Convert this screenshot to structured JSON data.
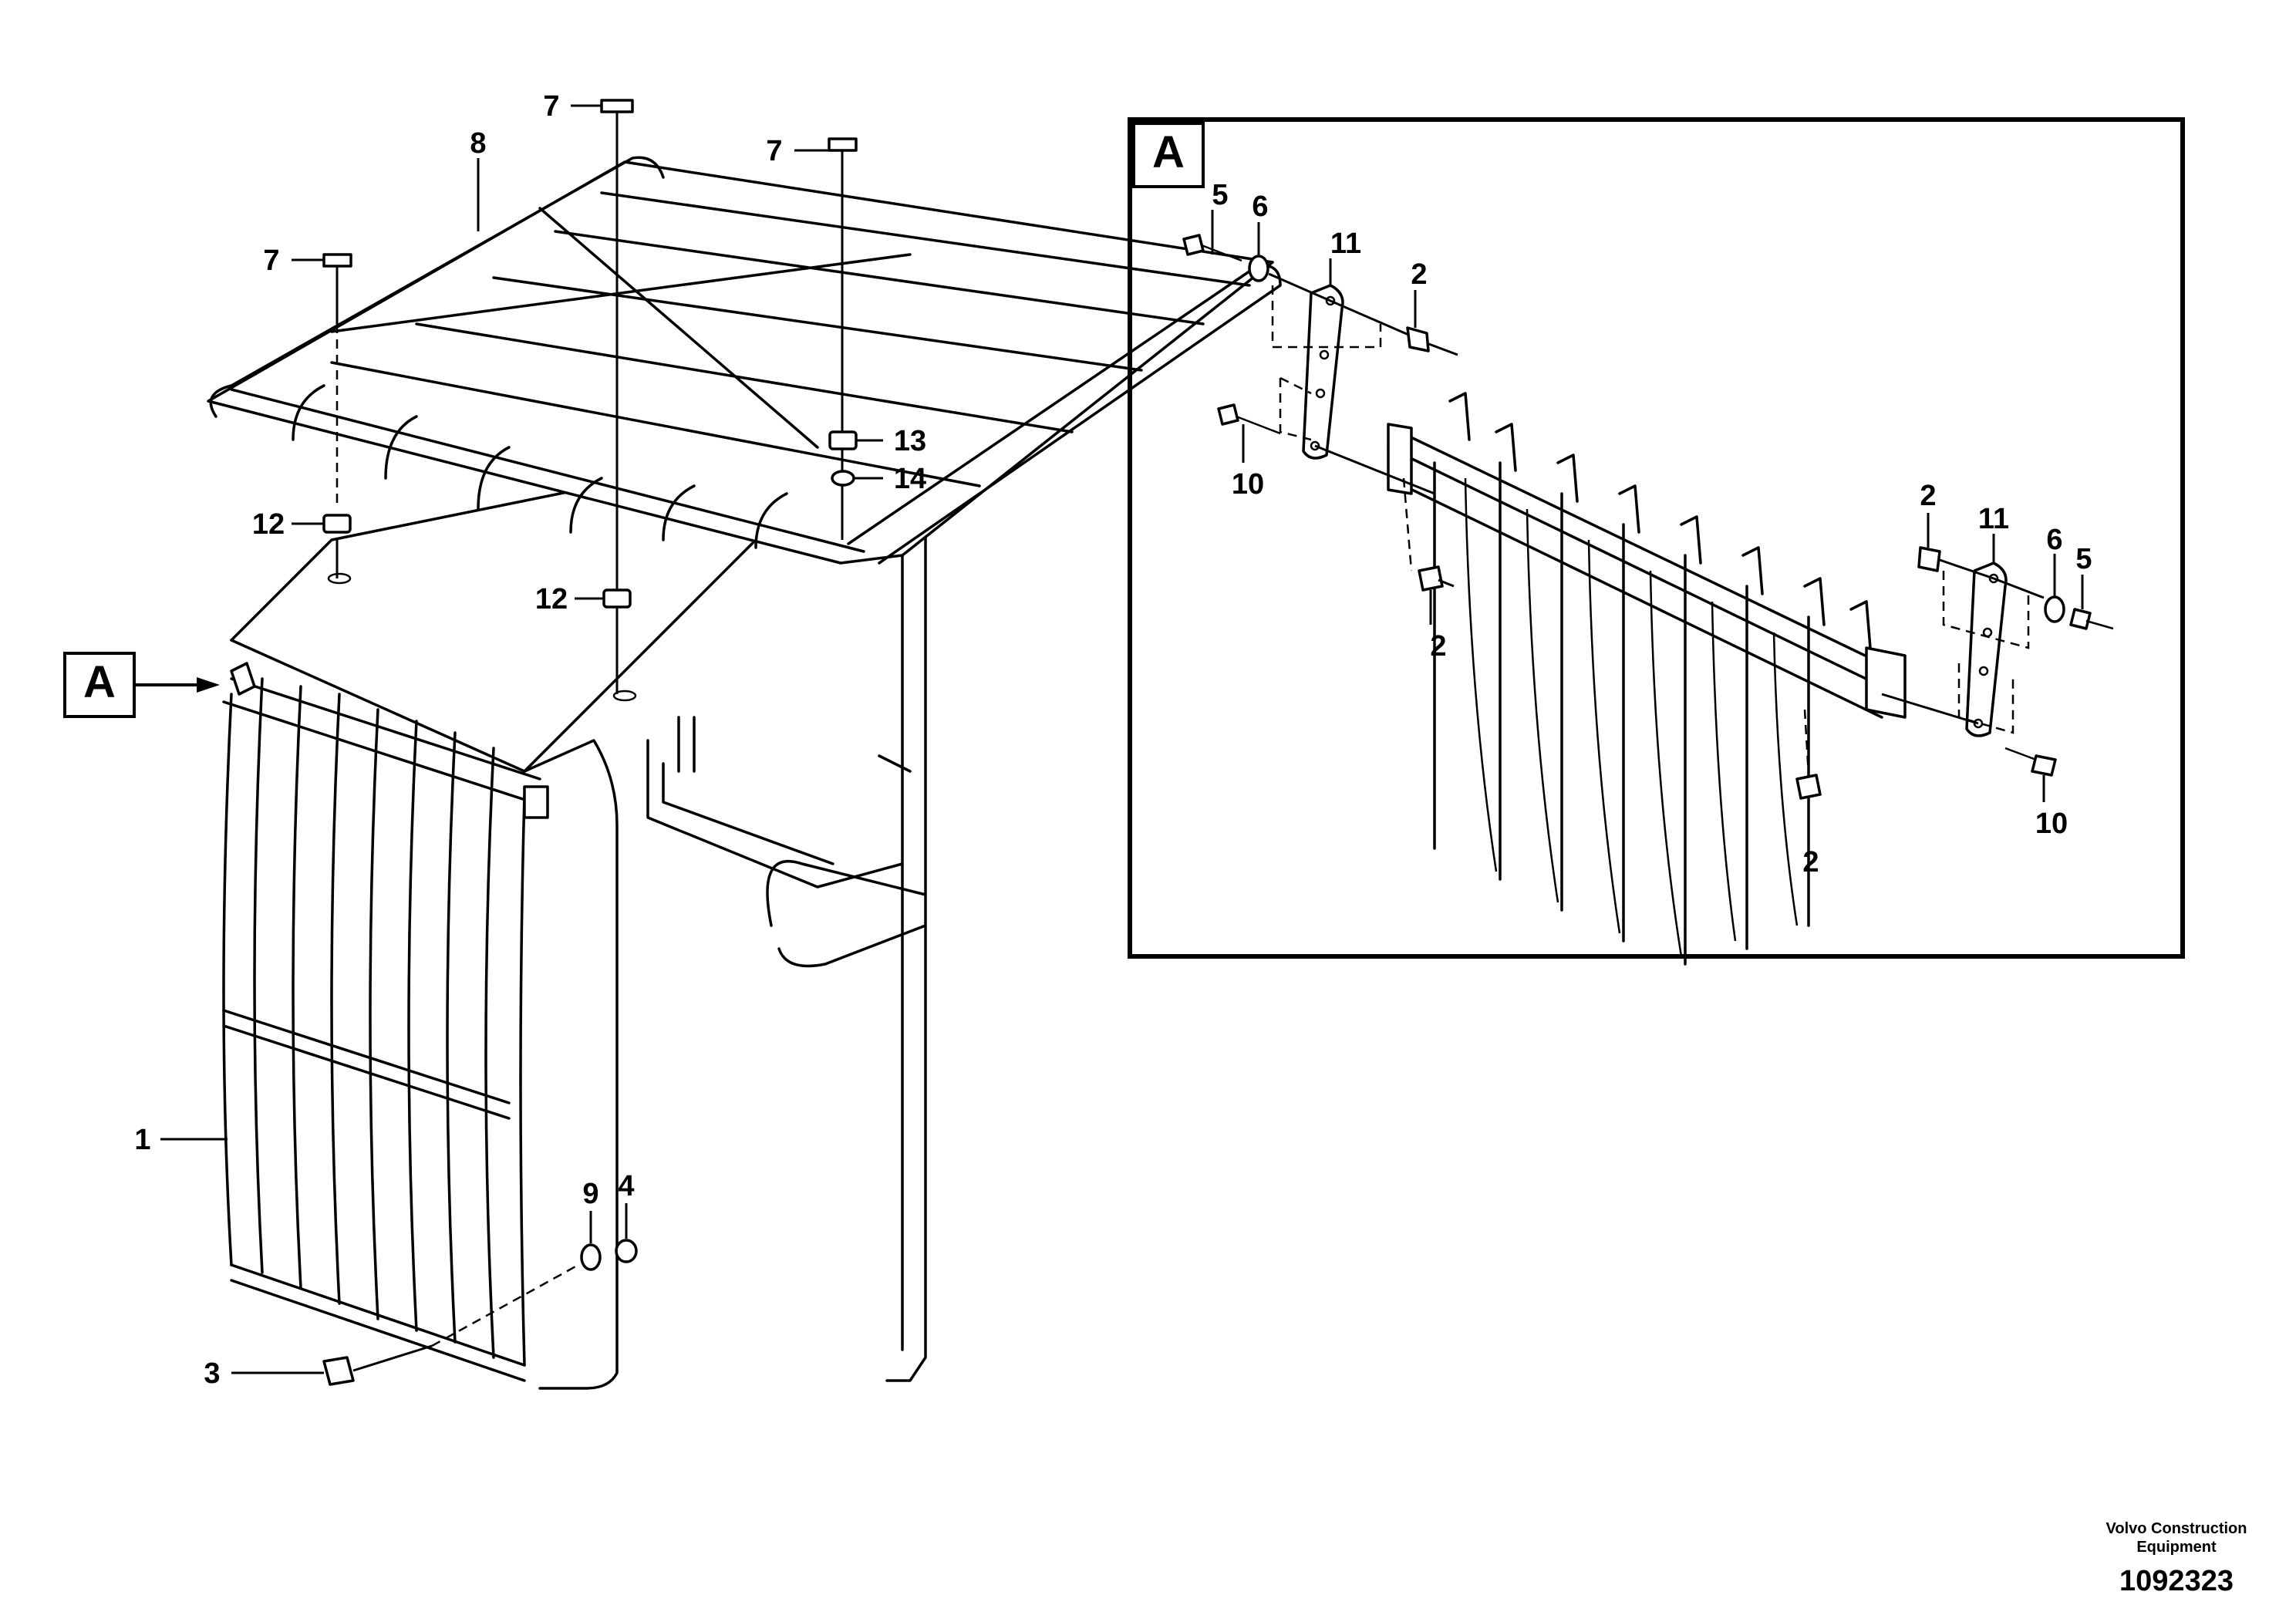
{
  "view_marker": "A",
  "detail_frame": {
    "label": "A"
  },
  "main_callouts": [
    {
      "id": "c-7a",
      "label": "7"
    },
    {
      "id": "c-7b",
      "label": "7"
    },
    {
      "id": "c-7c",
      "label": "7"
    },
    {
      "id": "c-8",
      "label": "8"
    },
    {
      "id": "c-13",
      "label": "13"
    },
    {
      "id": "c-14",
      "label": "14"
    },
    {
      "id": "c-12a",
      "label": "12"
    },
    {
      "id": "c-12b",
      "label": "12"
    },
    {
      "id": "c-1",
      "label": "1"
    },
    {
      "id": "c-9",
      "label": "9"
    },
    {
      "id": "c-4",
      "label": "4"
    },
    {
      "id": "c-3",
      "label": "3"
    }
  ],
  "detail_callouts": [
    {
      "id": "d-5a",
      "label": "5"
    },
    {
      "id": "d-6a",
      "label": "6"
    },
    {
      "id": "d-11a",
      "label": "11"
    },
    {
      "id": "d-2a",
      "label": "2"
    },
    {
      "id": "d-10a",
      "label": "10"
    },
    {
      "id": "d-2b",
      "label": "2"
    },
    {
      "id": "d-2c",
      "label": "2"
    },
    {
      "id": "d-11b",
      "label": "11"
    },
    {
      "id": "d-6b",
      "label": "6"
    },
    {
      "id": "d-5b",
      "label": "5"
    },
    {
      "id": "d-10b",
      "label": "10"
    },
    {
      "id": "d-2d",
      "label": "2"
    }
  ],
  "stamp": {
    "company_line1": "Volvo Construction",
    "company_line2": "Equipment",
    "drawing_number": "1092323"
  }
}
